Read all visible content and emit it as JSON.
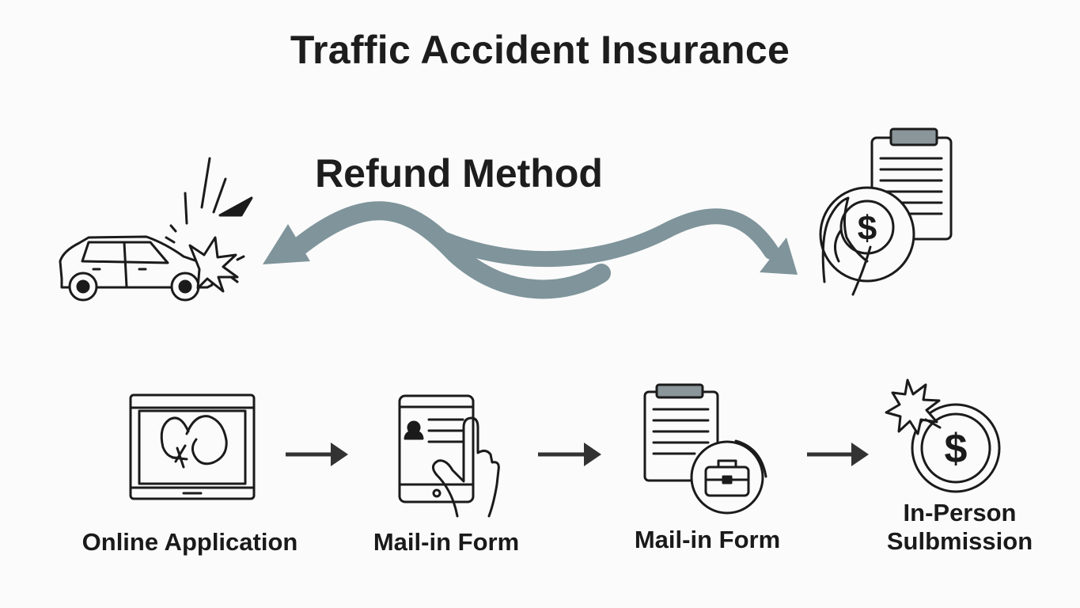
{
  "diagram": {
    "title": "Traffic Accident Insurance",
    "subtitle": "Refund Method",
    "colors": {
      "ink": "#1b1b1b",
      "arrow_gray": "#7f949b",
      "accent_gray": "#8a9699",
      "background": "#fbfbfb"
    },
    "top_row": {
      "left_icon": "car-crash-icon",
      "right_icon": "refund-document-dollar-icon",
      "connector": "double-curved-arrow"
    },
    "steps": [
      {
        "label": "Online Application",
        "icon": "tablet-face-icon"
      },
      {
        "label": "Mail-in Form",
        "icon": "phone-touch-form-icon"
      },
      {
        "label": "Mail-in Form",
        "icon": "clipboard-briefcase-icon"
      },
      {
        "label_line1": "In-Person",
        "label_line2": "Sulbmission",
        "icon": "dollar-coin-burst-icon"
      }
    ]
  }
}
